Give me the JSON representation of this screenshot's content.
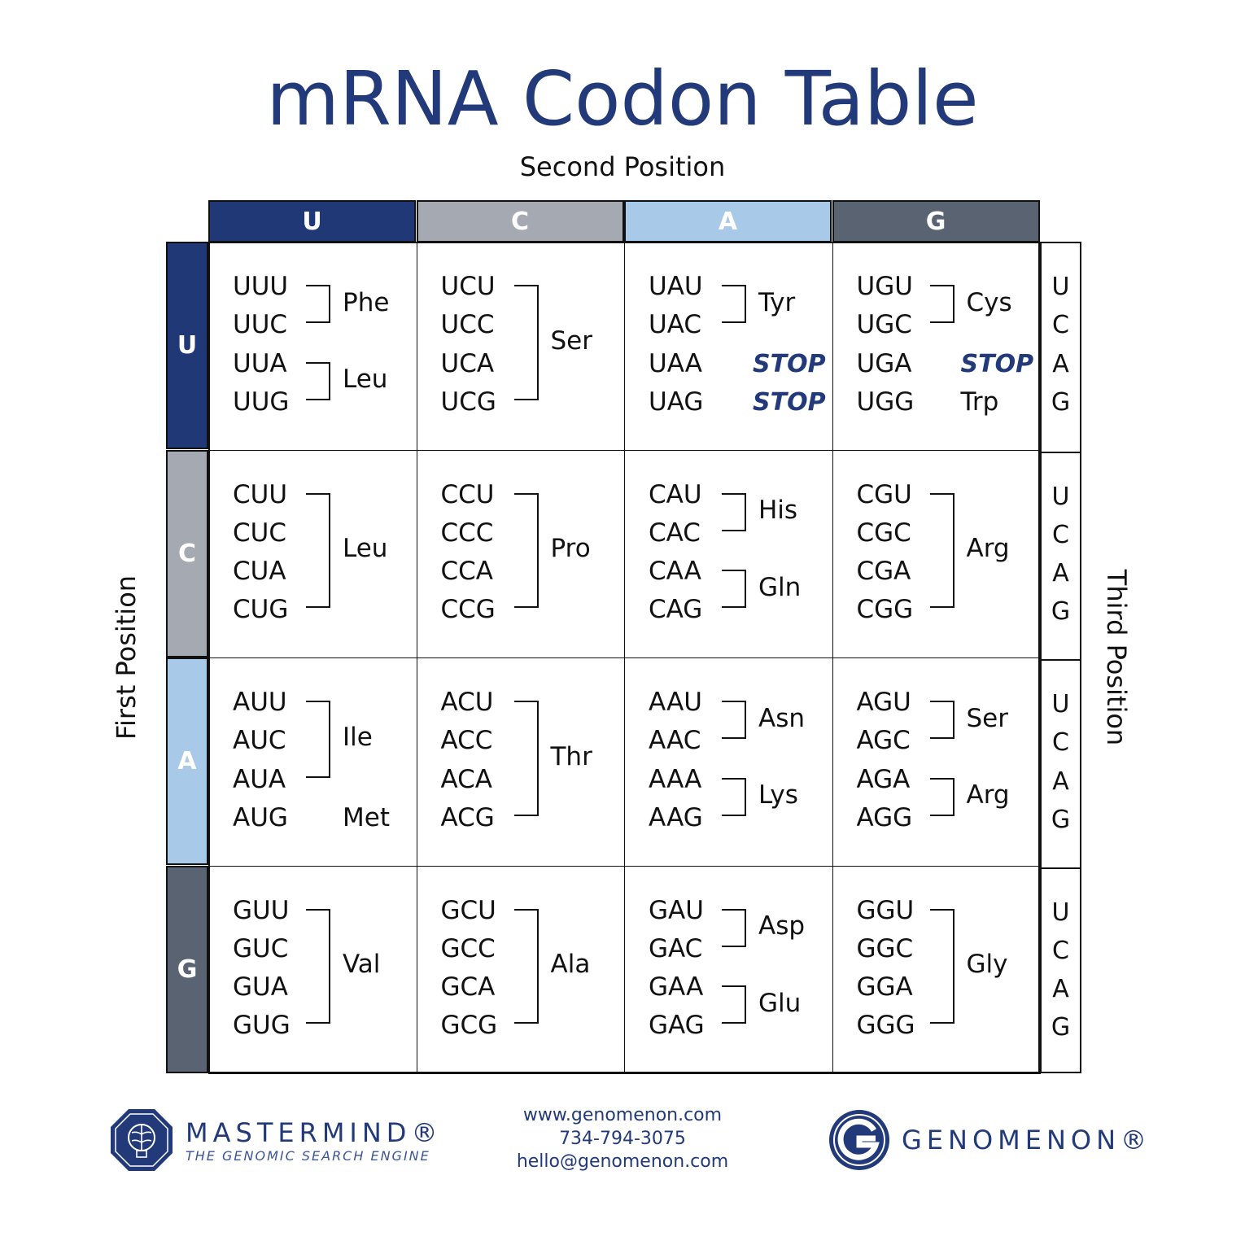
{
  "title": "mRNA Codon Table",
  "axis_labels": {
    "second": "Second Position",
    "first": "First Position",
    "third": "Third Position"
  },
  "bases": [
    "U",
    "C",
    "A",
    "G"
  ],
  "colors": {
    "U": "#213876",
    "C": "#a5aab2",
    "A": "#a8c9e8",
    "G": "#5a6371",
    "title": "#233a7a"
  },
  "cells": [
    [
      {
        "codons": [
          "UUU",
          "UUC",
          "UUA",
          "UUG"
        ],
        "labels": [
          {
            "text": "Phe",
            "span": [
              0,
              1
            ]
          },
          {
            "text": "Leu",
            "span": [
              2,
              3
            ]
          }
        ]
      },
      {
        "codons": [
          "UCU",
          "UCC",
          "UCA",
          "UCG"
        ],
        "labels": [
          {
            "text": "Ser",
            "span": [
              0,
              3
            ]
          }
        ]
      },
      {
        "codons": [
          "UAU",
          "UAC",
          "UAA",
          "UAG"
        ],
        "labels": [
          {
            "text": "Tyr",
            "span": [
              0,
              1
            ]
          },
          {
            "text": "STOP",
            "span": [
              2,
              2
            ],
            "stop": true
          },
          {
            "text": "STOP",
            "span": [
              3,
              3
            ],
            "stop": true
          }
        ]
      },
      {
        "codons": [
          "UGU",
          "UGC",
          "UGA",
          "UGG"
        ],
        "labels": [
          {
            "text": "Cys",
            "span": [
              0,
              1
            ]
          },
          {
            "text": "STOP",
            "span": [
              2,
              2
            ],
            "stop": true
          },
          {
            "text": "Trp",
            "span": [
              3,
              3
            ],
            "single": true
          }
        ]
      }
    ],
    [
      {
        "codons": [
          "CUU",
          "CUC",
          "CUA",
          "CUG"
        ],
        "labels": [
          {
            "text": "Leu",
            "span": [
              0,
              3
            ]
          }
        ]
      },
      {
        "codons": [
          "CCU",
          "CCC",
          "CCA",
          "CCG"
        ],
        "labels": [
          {
            "text": "Pro",
            "span": [
              0,
              3
            ]
          }
        ]
      },
      {
        "codons": [
          "CAU",
          "CAC",
          "CAA",
          "CAG"
        ],
        "labels": [
          {
            "text": "His",
            "span": [
              0,
              1
            ]
          },
          {
            "text": "Gln",
            "span": [
              2,
              3
            ]
          }
        ]
      },
      {
        "codons": [
          "CGU",
          "CGC",
          "CGA",
          "CGG"
        ],
        "labels": [
          {
            "text": "Arg",
            "span": [
              0,
              3
            ]
          }
        ]
      }
    ],
    [
      {
        "codons": [
          "AUU",
          "AUC",
          "AUA",
          "AUG"
        ],
        "labels": [
          {
            "text": "Ile",
            "span": [
              0,
              2
            ]
          },
          {
            "text": "Met",
            "span": [
              3,
              3
            ],
            "single": true
          }
        ]
      },
      {
        "codons": [
          "ACU",
          "ACC",
          "ACA",
          "ACG"
        ],
        "labels": [
          {
            "text": "Thr",
            "span": [
              0,
              3
            ]
          }
        ]
      },
      {
        "codons": [
          "AAU",
          "AAC",
          "AAA",
          "AAG"
        ],
        "labels": [
          {
            "text": "Asn",
            "span": [
              0,
              1
            ]
          },
          {
            "text": "Lys",
            "span": [
              2,
              3
            ]
          }
        ]
      },
      {
        "codons": [
          "AGU",
          "AGC",
          "AGA",
          "AGG"
        ],
        "labels": [
          {
            "text": "Ser",
            "span": [
              0,
              1
            ]
          },
          {
            "text": "Arg",
            "span": [
              2,
              3
            ]
          }
        ]
      }
    ],
    [
      {
        "codons": [
          "GUU",
          "GUC",
          "GUA",
          "GUG"
        ],
        "labels": [
          {
            "text": "Val",
            "span": [
              0,
              3
            ]
          }
        ]
      },
      {
        "codons": [
          "GCU",
          "GCC",
          "GCA",
          "GCG"
        ],
        "labels": [
          {
            "text": "Ala",
            "span": [
              0,
              3
            ]
          }
        ]
      },
      {
        "codons": [
          "GAU",
          "GAC",
          "GAA",
          "GAG"
        ],
        "labels": [
          {
            "text": "Asp",
            "span": [
              0,
              1
            ]
          },
          {
            "text": "Glu",
            "span": [
              2,
              3
            ]
          }
        ]
      },
      {
        "codons": [
          "GGU",
          "GGC",
          "GGA",
          "GGG"
        ],
        "labels": [
          {
            "text": "Gly",
            "span": [
              0,
              3
            ]
          }
        ]
      }
    ]
  ],
  "footer": {
    "mastermind_name": "MASTERMIND®",
    "mastermind_tagline": "THE GENOMIC SEARCH ENGINE",
    "website": "www.genomenon.com",
    "phone": "734-794-3075",
    "email": "hello@genomenon.com",
    "genomenon_name": "GENOMENON®"
  }
}
